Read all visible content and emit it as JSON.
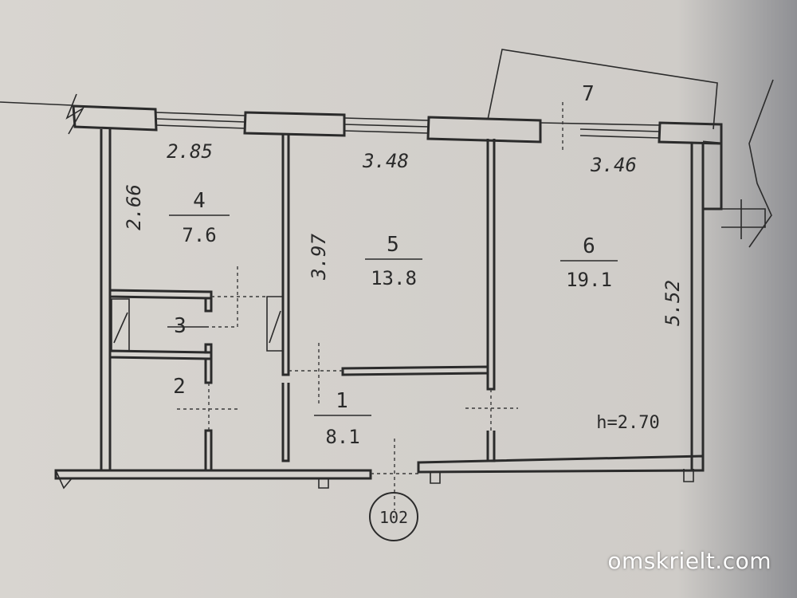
{
  "plan": {
    "rooms": [
      {
        "number": "4",
        "area": "7.6"
      },
      {
        "number": "5",
        "area": "13.8"
      },
      {
        "number": "6",
        "area": "19.1"
      },
      {
        "number": "3",
        "area": ""
      },
      {
        "number": "2",
        "area": ""
      },
      {
        "number": "1",
        "area": "8.1"
      }
    ],
    "balcony_number": "7",
    "dimensions": {
      "room4_width": "2.85",
      "room4_depth": "2.66",
      "room5_width": "3.48",
      "room5_depth": "3.97",
      "room6_width": "3.46",
      "room6_depth": "5.52"
    },
    "ceiling_height": "h=2.70",
    "apartment_number": "102"
  },
  "watermark": "omskrielt.com",
  "colors": {
    "paper": "#d8d5d0",
    "ink": "#2b2b2b",
    "watermark": "#ffffff"
  }
}
